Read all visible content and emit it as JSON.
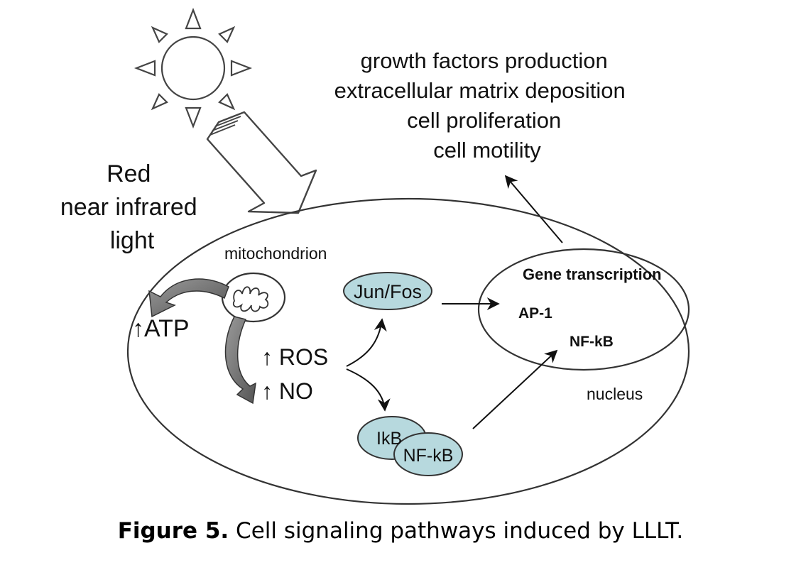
{
  "light": {
    "label_lines": [
      "Red",
      "near infrared",
      "light"
    ]
  },
  "outcomes": {
    "lines": [
      "growth factors production",
      "extracellular matrix deposition",
      "cell proliferation",
      "cell motility"
    ]
  },
  "cell": {
    "mitochondrion_label": "mitochondrion",
    "atp_label": "↑ATP",
    "ros_label": "↑ ROS",
    "no_label": "↑ NO",
    "junfos_label": "Jun/Fos",
    "ikb_label": "IkB",
    "nfkb_complex_label": "NF-kB"
  },
  "nucleus": {
    "title": "Gene transcription",
    "ap1_label": "AP-1",
    "nfkb_label": "NF-kB",
    "label": "nucleus"
  },
  "caption": {
    "prefix": "Figure 5.",
    "text": " Cell signaling pathways induced by LLLT."
  }
}
